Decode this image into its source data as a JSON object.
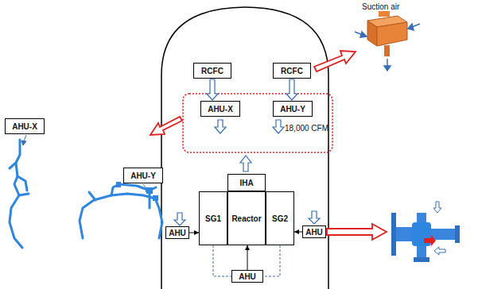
{
  "diagram": {
    "nodes": [
      {
        "text": [
          "RCFC"
        ]
      },
      {
        "text": [
          "RCFC"
        ]
      },
      {
        "text": [
          "AHU-X"
        ]
      },
      {
        "text": [
          "AHU-Y"
        ]
      },
      {
        "text": [
          "AHU-X"
        ]
      },
      {
        "text": [
          "AHU-Y"
        ]
      },
      {
        "text": [
          "IHA"
        ]
      },
      {
        "text": [
          "SG1"
        ]
      },
      {
        "text": [
          "Reactor"
        ]
      },
      {
        "text": [
          "SG2"
        ]
      },
      {
        "text": [
          "AHU"
        ]
      },
      {
        "text": [
          "AHU"
        ]
      },
      {
        "text": [
          "AHU"
        ]
      }
    ],
    "edges": [
      {
        "from": 0,
        "to": 2,
        "arrow": "to"
      },
      {
        "from": 1,
        "to": 3,
        "arrow": "to"
      },
      {
        "from": 10,
        "to": 7,
        "arrow": "to"
      },
      {
        "from": 11,
        "to": 9,
        "arrow": "to"
      },
      {
        "from": 12,
        "to": 8,
        "arrow": "to"
      },
      {
        "from": 7,
        "to": 12,
        "arrow": "none"
      },
      {
        "from": 9,
        "to": 12,
        "arrow": "none"
      }
    ],
    "labels": [
      "Suction air",
      "18,000 CFM"
    ]
  }
}
